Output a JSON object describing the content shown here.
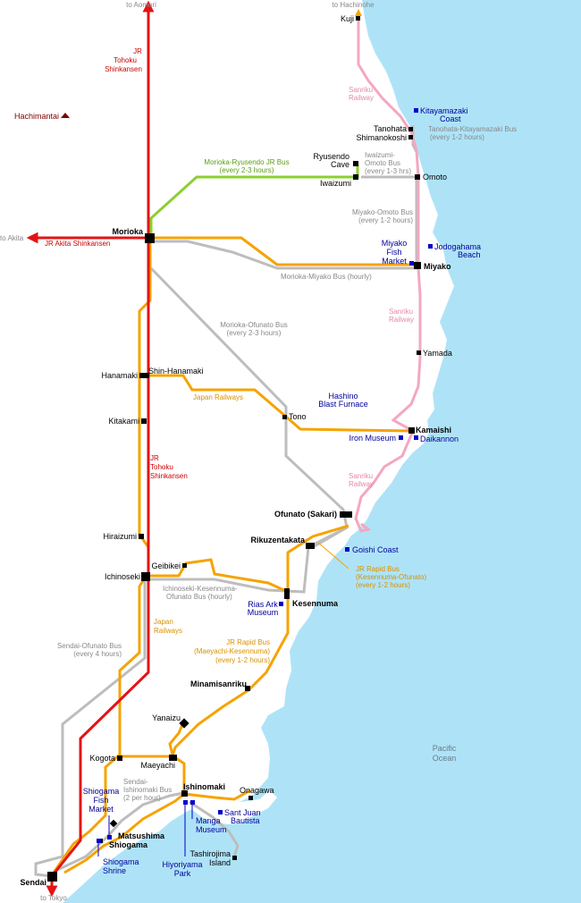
{
  "colors": {
    "sea": "#aee3f7",
    "shinkansen": "#e21414",
    "jr": "#f5a300",
    "sanriku": "#f4a7c0",
    "bus": "#bdbdbd",
    "green_bus": "#8ccf2e",
    "poi": "#0000cc"
  },
  "external": {
    "aomori": "to Aomori",
    "hachinohe": "to Hachinohe",
    "akita": "to Akita",
    "tokyo": "to Tokyo"
  },
  "stations": {
    "kuji": "Kuji",
    "tanohata": "Tanohata",
    "shimanokoshi": "Shimanokoshi",
    "ryusendo_1": "Ryusendo",
    "ryusendo_2": "Cave",
    "iwaizumi": "Iwaizumi",
    "omoto": "Omoto",
    "morioka": "Morioka",
    "miyako": "Miyako",
    "yamada": "Yamada",
    "hanamaki": "Hanamaki",
    "shin_hanamaki": "Shin-Hanamaki",
    "kitakami": "Kitakami",
    "tono": "Tono",
    "kamaishi": "Kamaishi",
    "ofunato": "Ofunato (Sakari)",
    "rikuzentakata": "Rikuzentakata",
    "hiraizumi": "Hiraizumi",
    "ichinoseki": "Ichinoseki",
    "geibikei": "Geibikei",
    "kesennuma": "Kesennuma",
    "minamisanriku": "Minamisanriku",
    "yanaizu": "Yanaizu",
    "kogota": "Kogota",
    "maeyachi": "Maeyachi",
    "ishinomaki": "Ishinomaki",
    "onagawa": "Onagawa",
    "matsushima": "Matsushima",
    "shiogama": "Shiogama",
    "sendai": "Sendai",
    "tashirojima_1": "Tashirojima",
    "tashirojima_2": "Island"
  },
  "line_labels": {
    "tohoku_shinkansen_north": [
      "JR",
      "Tohoku",
      "Shinkansen"
    ],
    "akita_shinkansen": "JR Akita Shinkansen",
    "tohoku_shinkansen_south": [
      "JR",
      "Tohoku",
      "Shinkansen"
    ],
    "sanriku_north": [
      "Sanriku",
      "Railway"
    ],
    "sanriku_mid": [
      "Sanriku",
      "Railway"
    ],
    "sanriku_south": [
      "Sanriku",
      "Railway"
    ],
    "japan_railways_1": "Japan Railways",
    "japan_railways_2": [
      "Japan",
      "Railways"
    ],
    "tanohata_bus": [
      "Tanohata-Kitayamazaki Bus",
      "(every 1-2 hours)"
    ],
    "ryusendo_bus": [
      "Morioka-Ryusendo JR Bus",
      "(every 2-3 hours)"
    ],
    "iwaizumi_bus": [
      "Iwaizumi-",
      "Omoto Bus",
      "(every 1-3 hrs)"
    ],
    "miyako_omoto_bus": [
      "Miyako-Omoto Bus",
      "(every 1-2 hours)"
    ],
    "morioka_miyako_bus": "Morioka-Miyako Bus (hourly)",
    "morioka_ofunato_bus": [
      "Morioka-Ofunato Bus",
      "(every 2-3 hours)"
    ],
    "rapid_ofunato": [
      "JR Rapid Bus",
      "(Kesennuma-Ofunato)",
      "(every 1-2 hours)"
    ],
    "ichinoseki_bus": [
      "Ichinoseki-Kesennuma-",
      "Ofunato Bus (hourly)"
    ],
    "sendai_ofunato_bus": [
      "Sendai-Ofunato Bus",
      "(every 4 hours)"
    ],
    "rapid_maeyachi": [
      "JR Rapid Bus",
      "(Maeyachi-Kesennuma)",
      "(every 1-2 hours)"
    ],
    "sendai_ishinomaki_bus": [
      "Sendai-",
      "Ishinomaki Bus",
      "(2 per hour)"
    ]
  },
  "places": {
    "hachimantai": "Hachimantai",
    "kitayamazaki": [
      "Kitayamazaki",
      "Coast"
    ],
    "jodogahama": [
      "Jodogahama",
      "Beach"
    ],
    "fish_market_miyako": [
      "Miyako",
      "Fish",
      "Market"
    ],
    "hashino": [
      "Hashino",
      "Blast Furnace"
    ],
    "iron_museum": "Iron Museum",
    "daikannon": "Daikannon",
    "goishi": "Goishi Coast",
    "rias_ark": [
      "Rias Ark",
      "Museum"
    ],
    "shiogama_fish": [
      "Shiogama",
      "Fish",
      "Market"
    ],
    "shiogama_shrine": [
      "Shiogama",
      "Shrine"
    ],
    "manga": [
      "Manga",
      "Museum"
    ],
    "sant_juan": [
      "Sant Juan",
      "Bautista"
    ],
    "hiyoriyama": [
      "Hiyoriyama",
      "Park"
    ]
  },
  "ocean": [
    "Pacific",
    "Ocean"
  ]
}
